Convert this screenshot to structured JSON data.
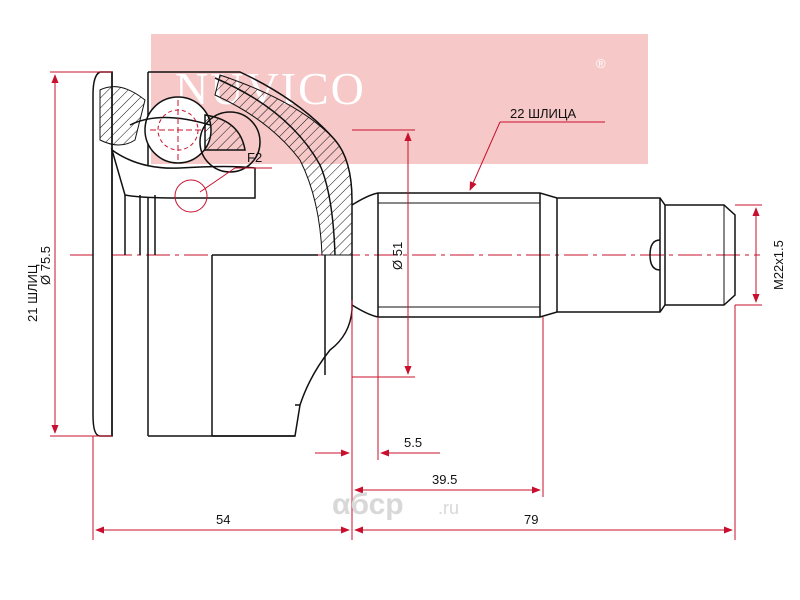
{
  "watermark": {
    "brand": "NUVICO",
    "mark": "®",
    "source": "αбсp",
    "source_tld": ".ru"
  },
  "labels": {
    "outer_splines": "21 ШЛИЦ",
    "outer_diameter": "Ø 75.5",
    "inner_splines": "22 ШЛИЦА",
    "shaft_diameter": "Ø 51",
    "thread": "M22x1.5",
    "tag": "F2"
  },
  "dimensions": {
    "d_5_5": "5.5",
    "d_39_5": "39.5",
    "d_54": "54",
    "d_79": "79"
  },
  "colors": {
    "dimension": "#c8102e",
    "outline": "#111111",
    "watermark_bg": "#f3b6b6"
  }
}
